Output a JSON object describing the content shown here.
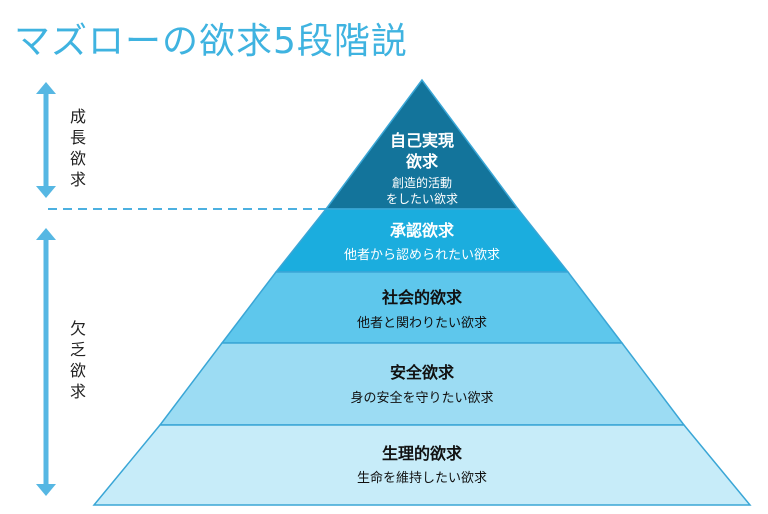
{
  "title": "マズローの欲求5段階説",
  "side_labels": {
    "growth": [
      "成",
      "長",
      "欲",
      "求"
    ],
    "deficiency": [
      "欠",
      "乏",
      "欲",
      "求"
    ]
  },
  "levels": [
    {
      "title": "自己実現",
      "title2": "欲求",
      "desc": "創造的活動",
      "desc2": "をしたい欲求",
      "fill": "#13749b",
      "title_color": "#ffffff",
      "desc_color": "#ffffff"
    },
    {
      "title": "承認欲求",
      "desc": "他者から認められたい欲求",
      "fill": "#1badde",
      "title_color": "#ffffff",
      "desc_color": "#ffffff"
    },
    {
      "title": "社会的欲求",
      "desc": "他者と関わりたい欲求",
      "fill": "#5ec7ec",
      "title_color": "#111111",
      "desc_color": "#111111"
    },
    {
      "title": "安全欲求",
      "desc": "身の安全を守りたい欲求",
      "fill": "#9cdcf3",
      "title_color": "#111111",
      "desc_color": "#111111"
    },
    {
      "title": "生理的欲求",
      "desc": "生命を維持したい欲求",
      "fill": "#c7ecf9",
      "title_color": "#111111",
      "desc_color": "#111111"
    }
  ],
  "colors": {
    "outline": "#3aa6d6",
    "arrow": "#56b7e3",
    "divider": "#4cb0e0",
    "title": "#3fb3e0"
  }
}
